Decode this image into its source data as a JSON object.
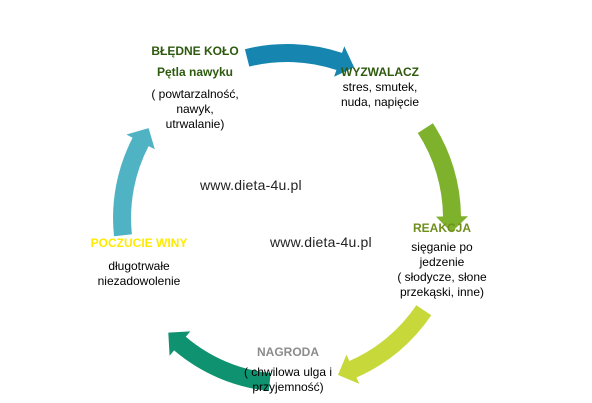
{
  "watermarks": [
    "www.dieta-4u.pl",
    "www.dieta-4u.pl"
  ],
  "nodes": {
    "cycle": {
      "title1": "BŁĘDNE KOŁO",
      "title2": "Pętla nawyku",
      "lines": [
        "( powtarzalność,",
        "nawyk,",
        "utrwalanie)"
      ],
      "color": "#2e5a0e"
    },
    "trigger": {
      "title": "WYZWALACZ",
      "lines": [
        "stres, smutek,",
        "nuda, napięcie"
      ],
      "color": "#2e5a0e"
    },
    "reaction": {
      "title": "REAKCJA",
      "lines": [
        "sięganie po",
        "jedzenie",
        "( słodycze, słone",
        "przekąski, inne)"
      ],
      "color": "#6f8f1c"
    },
    "reward": {
      "title": "NAGRODA",
      "lines": [
        "( chwilowa ulga i",
        "przyjemność)"
      ],
      "color": "#8c8c8c"
    },
    "guilt": {
      "title": "POCZUCIE WINY",
      "lines": [
        "długotrwałe",
        "niezadowolenie"
      ],
      "color": "#ffeb00"
    }
  },
  "arrow_colors": {
    "top": "#1686b0",
    "right": "#7fb22c",
    "bottom_right": "#c6d83a",
    "bottom_left": "#0f9270",
    "left": "#4fb3c3"
  }
}
